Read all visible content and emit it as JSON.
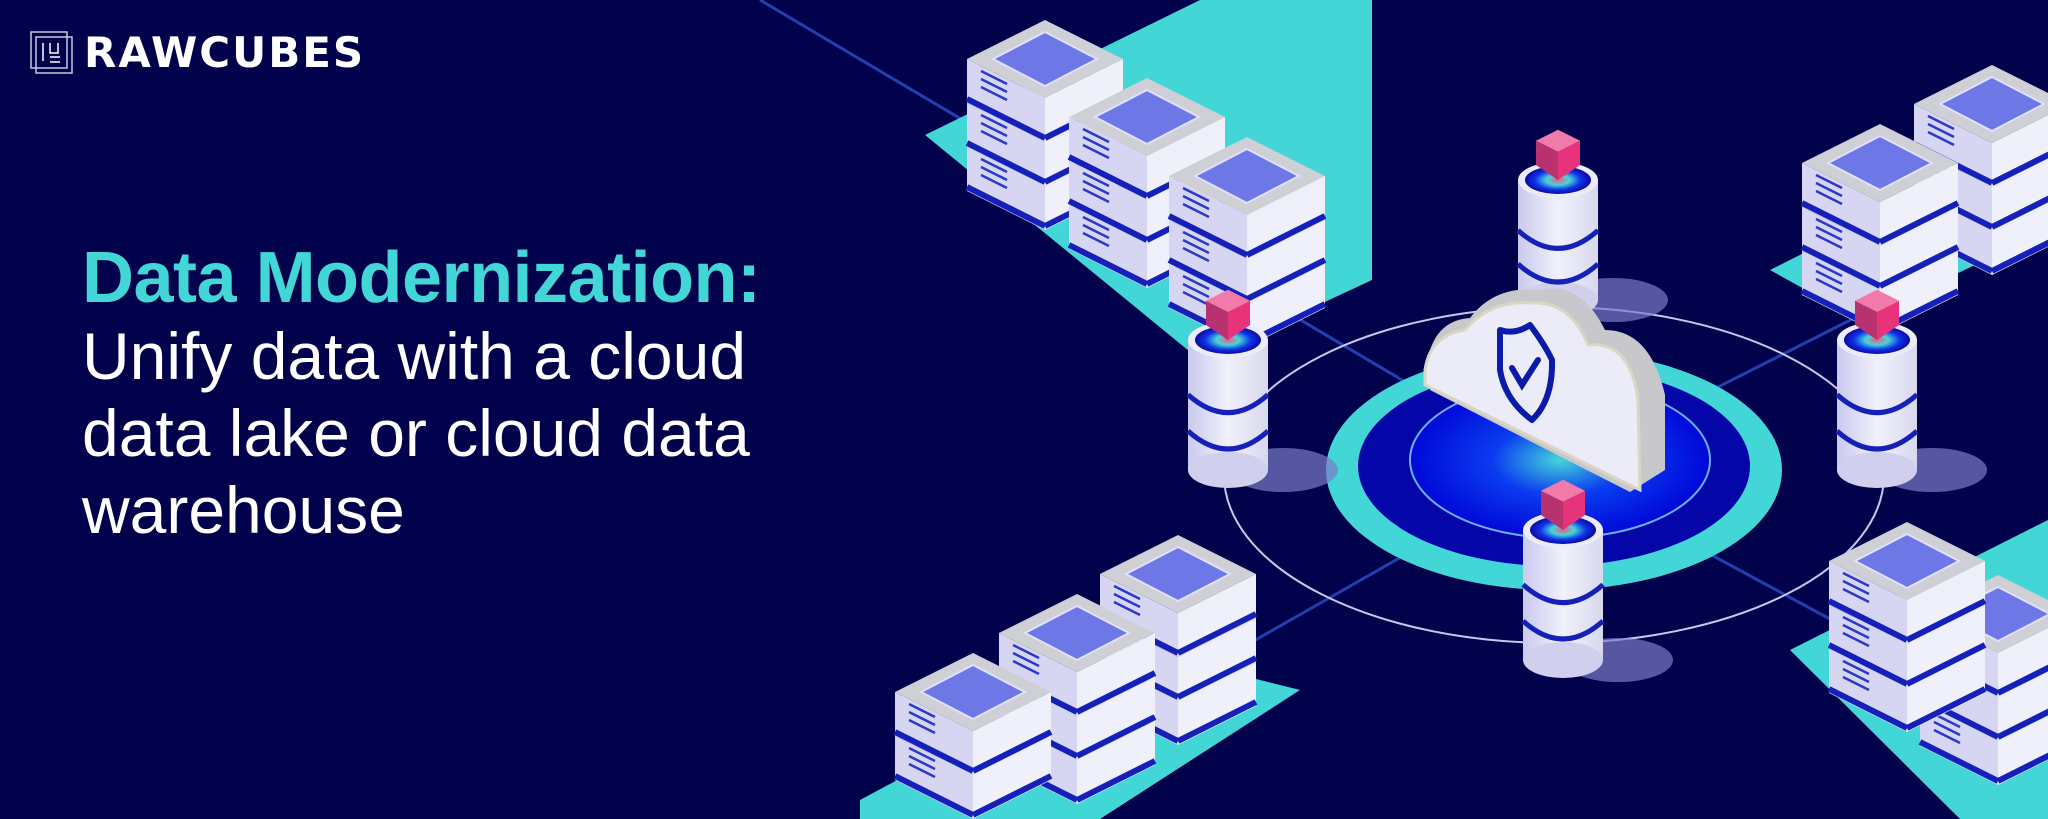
{
  "brand": {
    "name": "RAWCUBES"
  },
  "headline": {
    "title": "Data Modernization:",
    "subtitle_lines": [
      "Unify data with a cloud",
      "data lake or cloud data",
      "warehouse"
    ]
  },
  "colors": {
    "background": "#02024c",
    "accent_teal": "#43d6d6",
    "accent_blue": "#0a1bd8",
    "cube_pink": "#e8327a",
    "server_light": "#e6e6f2"
  },
  "illustration": {
    "icons": [
      "cloud-shield-check-icon",
      "database-icon",
      "server-stack-icon"
    ]
  }
}
